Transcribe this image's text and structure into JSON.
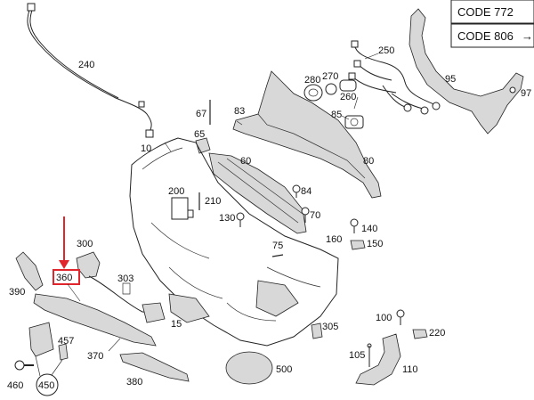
{
  "codes": [
    "CODE 772",
    "CODE 806"
  ],
  "code_arrow": "→",
  "highlight": {
    "label": "360",
    "color": "#e0262c"
  },
  "labels": {
    "l10": "10",
    "l15": "15",
    "l60": "60",
    "l65": "65",
    "l67": "67",
    "l70": "70",
    "l75": "75",
    "l80": "80",
    "l83": "83",
    "l84": "84",
    "l85": "85",
    "l95": "95",
    "l97": "97",
    "l100": "100",
    "l105": "105",
    "l110": "110",
    "l130": "130",
    "l140": "140",
    "l150": "150",
    "l160": "160",
    "l200": "200",
    "l210": "210",
    "l220": "220",
    "l240": "240",
    "l250": "250",
    "l260": "260",
    "l270": "270",
    "l280": "280",
    "l300": "300",
    "l303": "303",
    "l305": "305",
    "l370": "370",
    "l380": "380",
    "l390": "390",
    "l450": "450",
    "l457": "457",
    "l460": "460",
    "l500": "500"
  }
}
